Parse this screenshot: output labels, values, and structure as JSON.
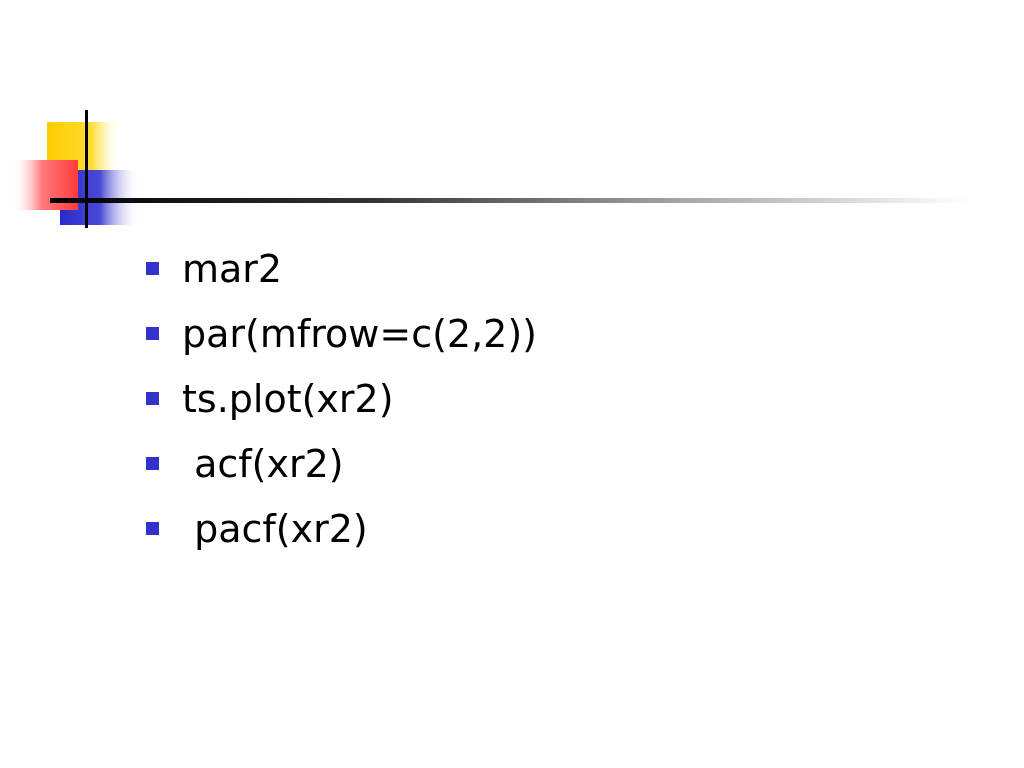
{
  "slide": {
    "bullets": [
      "mar2",
      "par(mfrow=c(2,2))",
      "ts.plot(xr2)",
      " acf(xr2)",
      " pacf(xr2)"
    ]
  },
  "colors": {
    "bullet": "#3333cc",
    "yellow_square": "#ffcc00",
    "red_square": "#ff4444",
    "blue_square": "#3333cc",
    "rule_line": "#000000"
  }
}
